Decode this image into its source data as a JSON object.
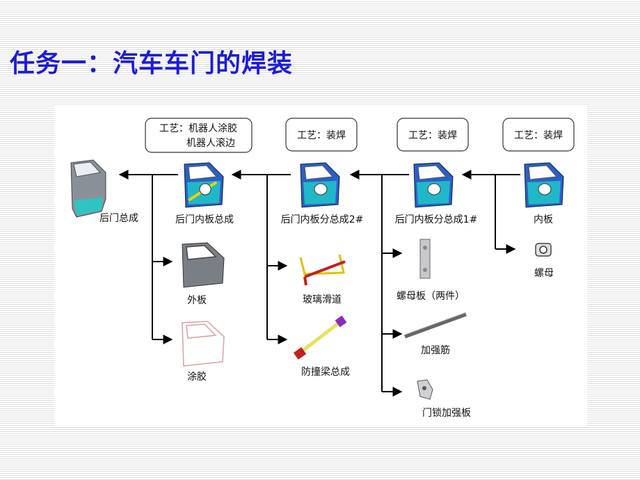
{
  "title": "任务一：汽车车门的焊装",
  "process_boxes": {
    "p1_line1": "工艺：机器人涂胶",
    "p1_line2": "机器人滚边",
    "p2": "工艺：装焊",
    "p3": "工艺：装焊",
    "p4": "工艺：装焊"
  },
  "main_parts": {
    "door_assembly": "后门总成",
    "inner_assembly": "后门内板总成",
    "sub_assembly_2": "后门内板分总成2#",
    "sub_assembly_1": "后门内板分总成1#",
    "inner_panel": "内板"
  },
  "sub_parts": {
    "outer_panel": "外板",
    "adhesive": "涂胶",
    "glass_channel": "玻璃滑道",
    "anti_collision_beam": "防撞梁总成",
    "nut_plate": "螺母板（两件）",
    "reinforcing_rib": "加强筋",
    "lock_reinforcement": "门锁加强板",
    "nut": "螺母"
  },
  "colors": {
    "title": "#1c1cd6",
    "door_blue": "#2a5fc8",
    "door_cyan": "#1fc8c8",
    "line": "#000000"
  }
}
